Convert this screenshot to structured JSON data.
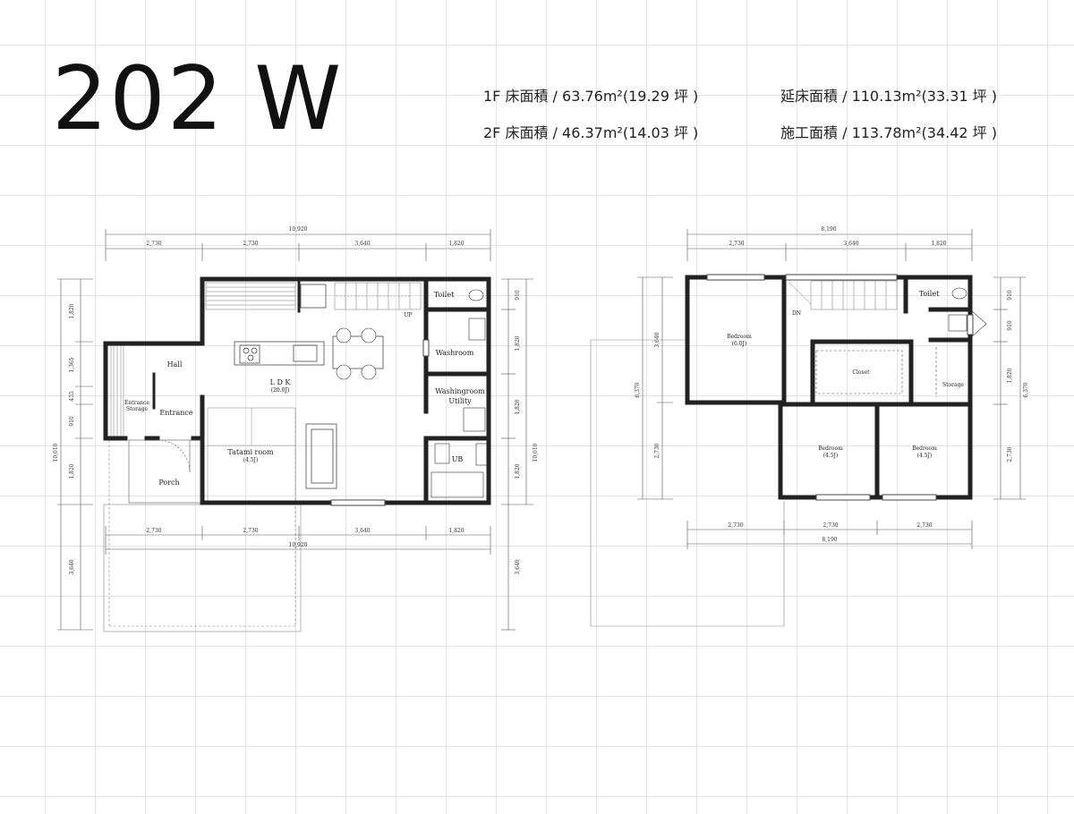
{
  "title": "202 W",
  "areas": {
    "first_floor": "1F 床面積 / 63.76m²(19.29 坪 )",
    "second_floor": "2F 床面積 / 46.37m²(14.03 坪 )",
    "total_floor": "延床面積 / 110.13m²(33.31 坪 )",
    "construction": "施工面積 / 113.78m²(34.42 坪 )"
  },
  "floor1": {
    "rooms": {
      "toilet": "Toilet",
      "washroom": "Washroom",
      "washingroom": "Washingroom",
      "utility": "Utility",
      "ub": "UB",
      "hall": "Hall",
      "ldk": "L D K",
      "ldk_size": "(20.0J)",
      "entrance_storage_1": "Entrance",
      "entrance_storage_2": "Storage",
      "entrance": "Entrance",
      "tatami": "Tatami room",
      "tatami_size": "(4.5J)",
      "porch": "Porch",
      "up": "UP"
    },
    "dims": {
      "total_top": "10,920",
      "top": [
        "2,730",
        "2,730",
        "3,640",
        "1,820"
      ],
      "bottom": [
        "2,730",
        "2,730",
        "3,640",
        "1,820"
      ],
      "total_bottom": "10,920",
      "left": [
        "1,820",
        "1,365",
        "455",
        "910",
        "1,820"
      ],
      "left_total": "10,010",
      "left_ext": "3,640",
      "right": [
        "910",
        "1,820",
        "1,820",
        "1,820"
      ],
      "right_total": "10,010",
      "right_ext": "3,640"
    }
  },
  "floor2": {
    "rooms": {
      "toilet": "Toilet",
      "bedroom1": "Bedroom",
      "bedroom1_size": "(6.0J)",
      "closet": "Closet",
      "storage": "Storage",
      "bedroom2": "Bedroom",
      "bedroom2_size": "(4.5J)",
      "bedroom3": "Bedroom",
      "bedroom3_size": "(4.5J)",
      "dn": "DN"
    },
    "dims": {
      "total_top": "8,190",
      "top": [
        "2,730",
        "3,640",
        "1,820"
      ],
      "bottom": [
        "2,730",
        "2,730",
        "2,730"
      ],
      "total_bottom": "8,190",
      "left_total": "6,370",
      "left": [
        "3,640",
        "2,730"
      ],
      "right": [
        "910",
        "910",
        "1,820",
        "2,730"
      ],
      "right_total": "6,370"
    }
  }
}
